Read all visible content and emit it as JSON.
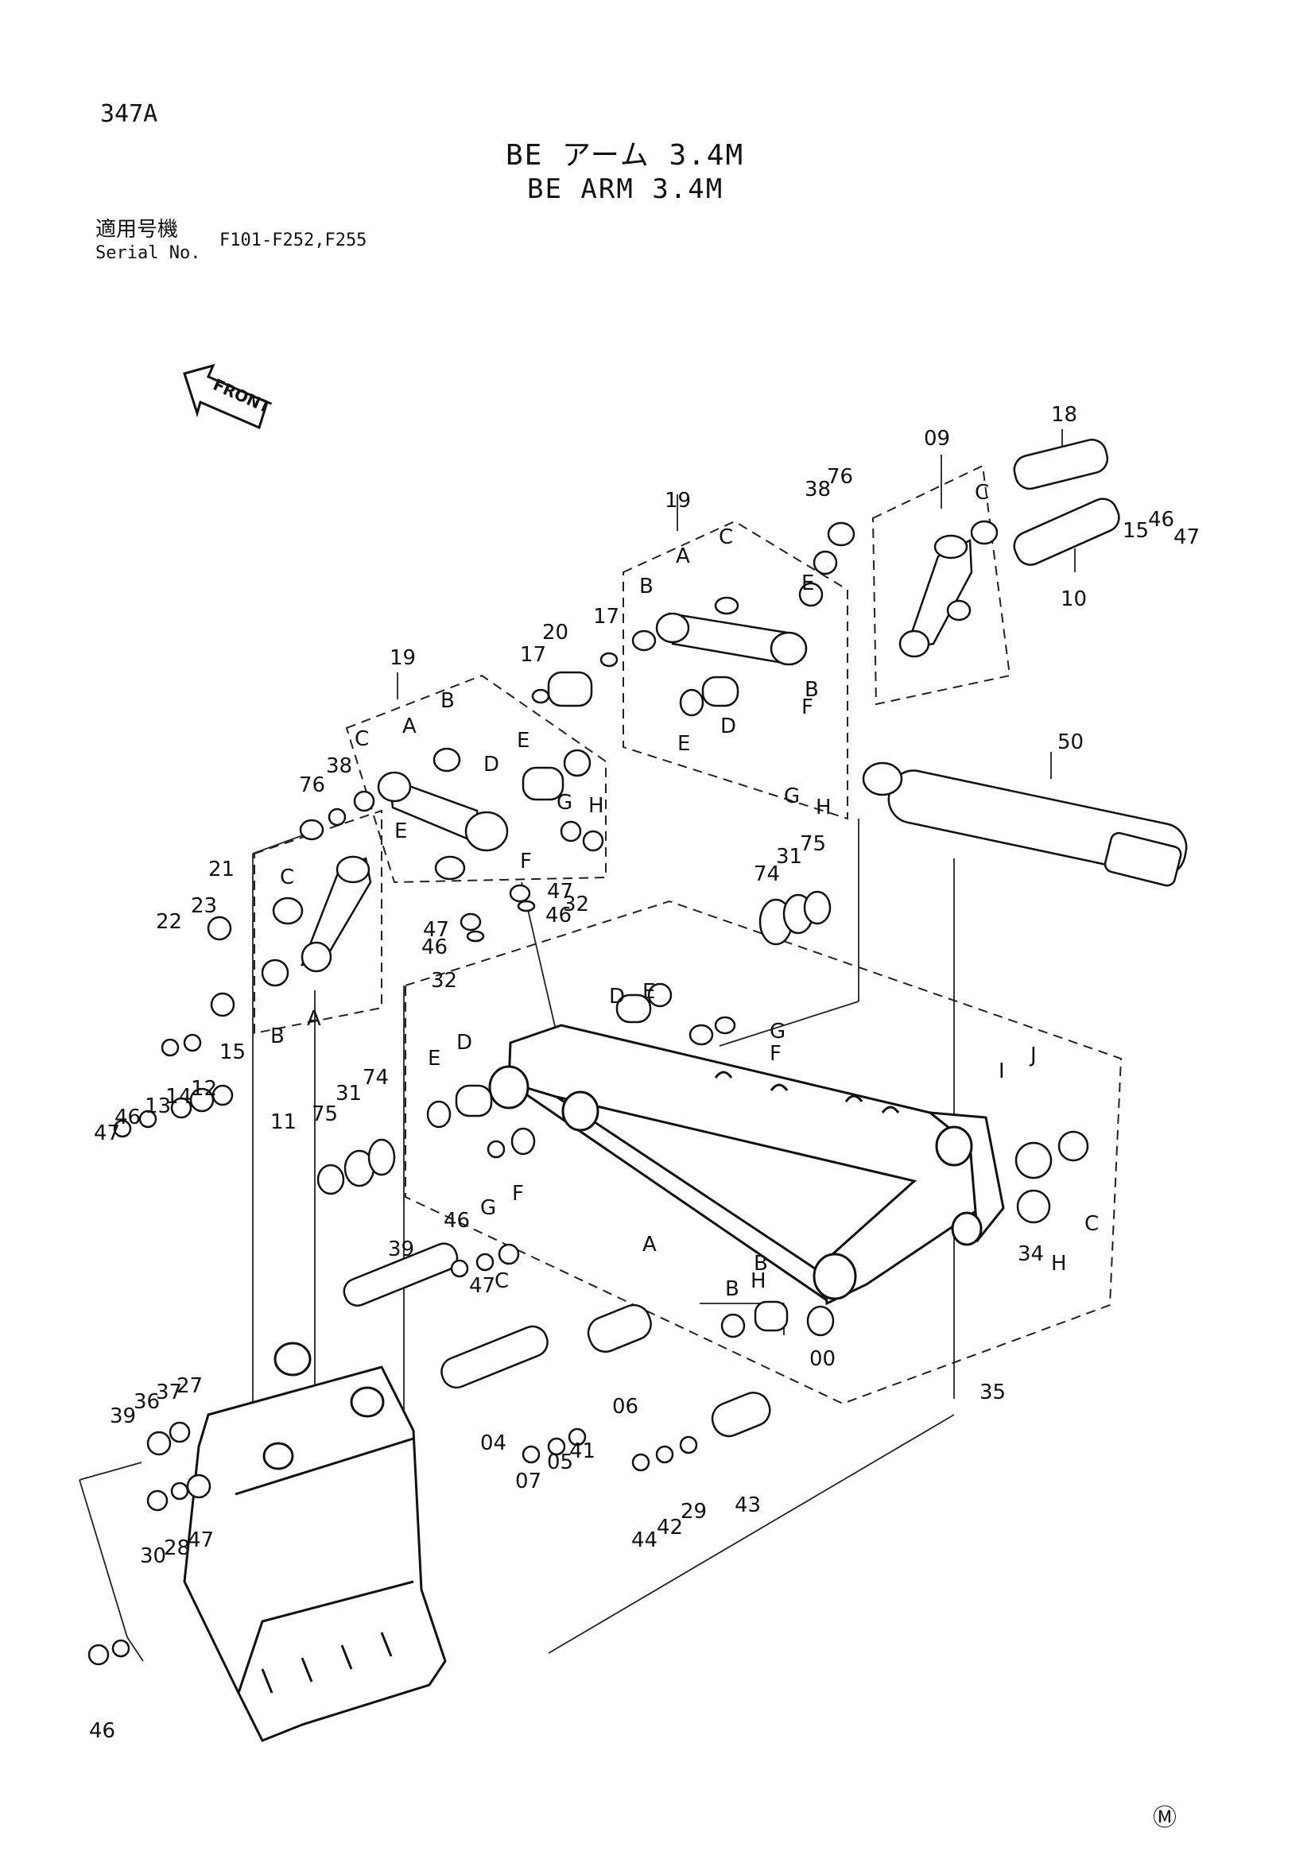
{
  "header": {
    "page_code": "347A",
    "title_jp": "BE アーム 3.4M",
    "title_en": "BE ARM 3.4M",
    "serial_label_jp": "適用号機",
    "serial_label_en": "Serial No.",
    "serial_value": "F101-F252,F255"
  },
  "front_arrow_label": "FRONT",
  "footer_mark": "Ⓜ",
  "callouts": [
    "18",
    "09",
    "38",
    "76",
    "C",
    "15",
    "46",
    "47",
    "19",
    "A",
    "C",
    "B",
    "E",
    "10",
    "17",
    "20",
    "B",
    "F",
    "E",
    "D",
    "G",
    "H",
    "17",
    "19",
    "A",
    "B",
    "38",
    "76",
    "C",
    "E",
    "D",
    "G",
    "H",
    "E",
    "F",
    "50",
    "47",
    "46",
    "32",
    "74",
    "31",
    "75",
    "47",
    "46",
    "32",
    "C",
    "21",
    "23",
    "22",
    "B",
    "A",
    "15",
    "12",
    "14",
    "13",
    "46",
    "47",
    "11",
    "D",
    "E",
    "G",
    "F",
    "E",
    "D",
    "75",
    "31",
    "74",
    "G",
    "F",
    "I",
    "J",
    "A",
    "B",
    "C",
    "H",
    "34",
    "39",
    "46",
    "47",
    "C",
    "B",
    "H",
    "00",
    "35",
    "37",
    "36",
    "39",
    "27",
    "04",
    "06",
    "07",
    "05",
    "41",
    "43",
    "44",
    "42",
    "29",
    "30",
    "28",
    "47",
    "46"
  ]
}
